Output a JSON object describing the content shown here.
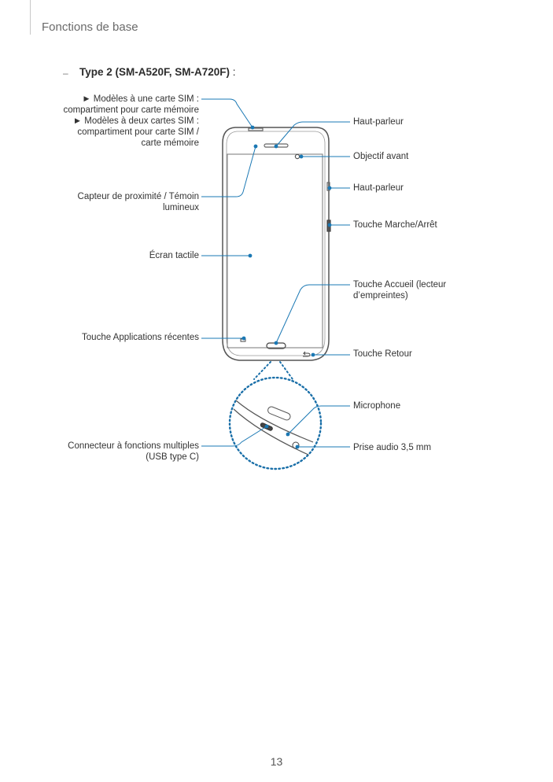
{
  "header": {
    "section_title": "Fonctions de base"
  },
  "subtitle": {
    "dash": "–",
    "text": "Type 2 (SM-A520F, SM-A720F)",
    "colon": " :"
  },
  "labels_left": {
    "sim_line1": "► Modèles à une carte SIM :",
    "sim_line2": "compartiment pour carte mémoire",
    "sim_line3": "► Modèles à deux cartes SIM :",
    "sim_line4": "compartiment pour carte SIM /",
    "sim_line5": "carte mémoire",
    "proximity_line1": "Capteur de proximité / Témoin",
    "proximity_line2": "lumineux",
    "touchscreen": "Écran tactile",
    "recent_apps": "Touche Applications récentes",
    "connector_line1": "Connecteur à fonctions multiples",
    "connector_line2": "(USB type C)"
  },
  "labels_right": {
    "speaker_top": "Haut-parleur",
    "front_camera": "Objectif avant",
    "speaker_side": "Haut-parleur",
    "power_key": "Touche Marche/Arrêt",
    "home_key_line1": "Touche Accueil (lecteur",
    "home_key_line2": "d’empreintes)",
    "back_key": "Touche Retour",
    "microphone": "Microphone",
    "audio_jack": "Prise audio 3,5 mm"
  },
  "colors": {
    "callout": "#1a78b4",
    "outline": "#555555",
    "dotted_circle": "#1a6fa8"
  },
  "page_number": "13"
}
